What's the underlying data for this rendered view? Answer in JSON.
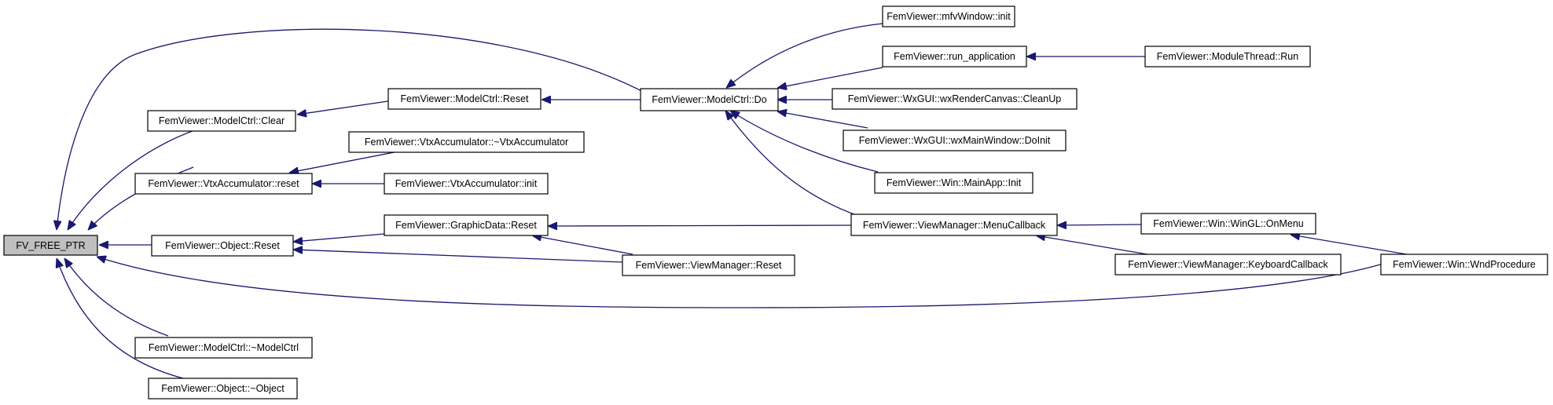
{
  "graph": {
    "edge_color": "#191970",
    "root_fill": "#bfbfbf",
    "nodes": {
      "fv_free_ptr": "FV_FREE_PTR",
      "modelctrl_clear": "FemViewer::ModelCtrl::Clear",
      "vtxacc_reset": "FemViewer::VtxAccumulator::reset",
      "object_reset": "FemViewer::Object::Reset",
      "modelctrl_dtor": "FemViewer::ModelCtrl::~ModelCtrl",
      "object_dtor": "FemViewer::Object::~Object",
      "modelctrl_reset": "FemViewer::ModelCtrl::Reset",
      "vtxacc_dtor": "FemViewer::VtxAccumulator::~VtxAccumulator",
      "vtxacc_init": "FemViewer::VtxAccumulator::init",
      "graphicdata_reset": "FemViewer::GraphicData::Reset",
      "viewmanager_reset": "FemViewer::ViewManager::Reset",
      "modelctrl_do": "FemViewer::ModelCtrl::Do",
      "viewmanager_menucallback": "FemViewer::ViewManager::MenuCallback",
      "mfvwindow_init": "FemViewer::mfvWindow::init",
      "run_application": "FemViewer::run_application",
      "wxrendercanvas_cleanup": "FemViewer::WxGUI::wxRenderCanvas::CleanUp",
      "wxmainwindow_doinit": "FemViewer::WxGUI::wxMainWindow::DoInit",
      "mainapp_init": "FemViewer::Win::MainApp::Init",
      "viewmanager_keyboardcallback": "FemViewer::ViewManager::KeyboardCallback",
      "modulethread_run": "FemViewer::ModuleThread::Run",
      "wingl_onmenu": "FemViewer::Win::WinGL::OnMenu",
      "wndprocedure": "FemViewer::Win::WndProcedure"
    }
  }
}
